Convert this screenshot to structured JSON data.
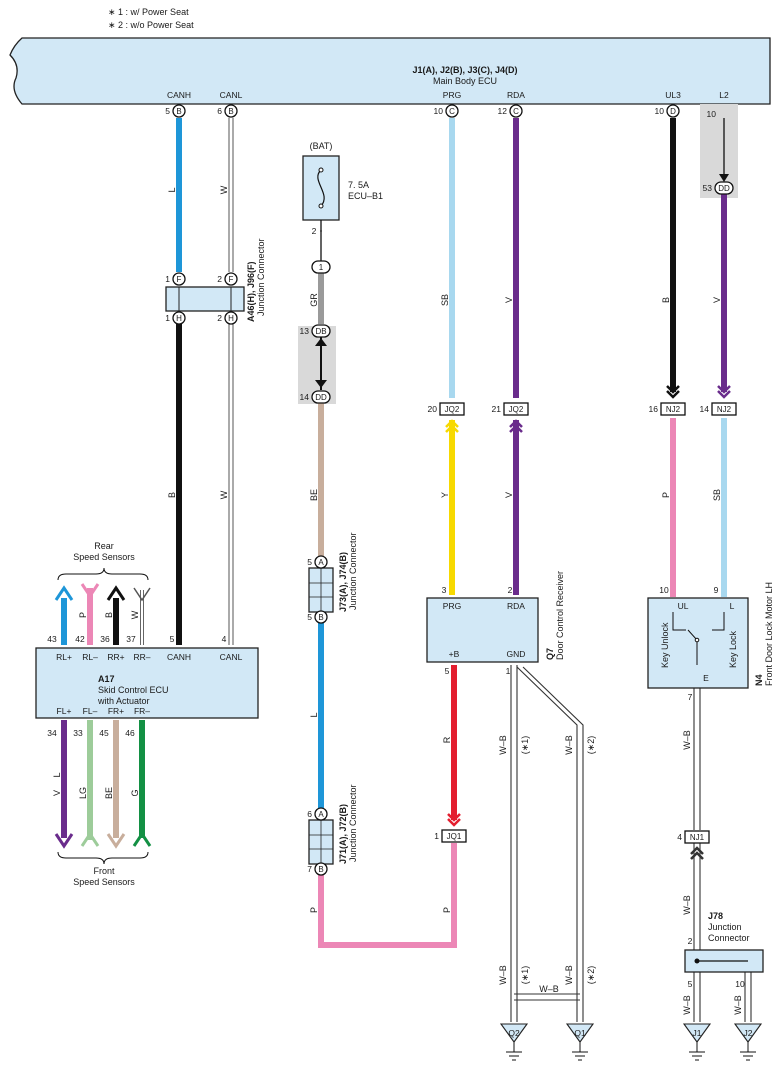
{
  "notes": [
    "∗ 1 : w/ Power Seat",
    "∗ 2 : w/o Power Seat"
  ],
  "colors": {
    "L": "#1e96d8",
    "W": "#ffffff",
    "B": "#111111",
    "GR": "#9a9a9a",
    "BE": "#c8ae9c",
    "SB": "#a8d8ef",
    "Y": "#f7d900",
    "V": "#6a2c8c",
    "P": "#ec87b6",
    "R": "#e31e2f",
    "LG": "#9dcc9a",
    "G": "#139044",
    "box": "#d2e8f6",
    "shade": "#d9d9d9"
  },
  "ecu": {
    "title": "J1(A), J2(B), J3(C), J4(D)",
    "subtitle": "Main Body ECU",
    "pins": [
      {
        "name": "CANH",
        "num": "5",
        "conn": "B"
      },
      {
        "name": "CANL",
        "num": "6",
        "conn": "B"
      },
      {
        "name": "PRG",
        "num": "10",
        "conn": "C"
      },
      {
        "name": "RDA",
        "num": "12",
        "conn": "C"
      },
      {
        "name": "UL3",
        "num": "10",
        "conn": "D"
      },
      {
        "name": "L2",
        "num": "10",
        "conn": ""
      }
    ]
  },
  "fuse": {
    "source": "(BAT)",
    "rating": "7. 5A",
    "name": "ECU–B1",
    "pin": "2"
  },
  "connectors": {
    "a46": {
      "title": "A46(H), J96(F)",
      "subtitle": "Junction Connector",
      "top_pins": [
        {
          "num": "1",
          "conn": "F"
        },
        {
          "num": "2",
          "conn": "F"
        }
      ],
      "bottom_pins": [
        {
          "num": "1",
          "conn": "H"
        },
        {
          "num": "2",
          "conn": "H"
        }
      ]
    },
    "j73": {
      "title": "J73(A), J74(B)",
      "subtitle": "Junction Connector",
      "top": {
        "num": "5",
        "conn": "A"
      },
      "bottom": {
        "num": "5",
        "conn": "B"
      }
    },
    "j71": {
      "title": "J71(A), J72(B)",
      "subtitle": "Junction Connector",
      "top": {
        "num": "6",
        "conn": "A"
      },
      "bottom": {
        "num": "7",
        "conn": "B"
      }
    },
    "j78": {
      "title": "J78",
      "subtitle1": "Junction",
      "subtitle2": "Connector",
      "top_pin": "2",
      "bottom_pins": [
        "5",
        "10"
      ]
    }
  },
  "inline": {
    "fuse_out": {
      "num": "",
      "conn": "1"
    },
    "db": {
      "num": "13",
      "conn": "DB"
    },
    "dd1": {
      "num": "14",
      "conn": "DD"
    },
    "dd2": {
      "num": "53",
      "conn": "DD"
    },
    "jq2a": {
      "num": "20",
      "conn": "JQ2"
    },
    "jq2b": {
      "num": "21",
      "conn": "JQ2"
    },
    "nj2a": {
      "num": "16",
      "conn": "NJ2"
    },
    "nj2b": {
      "num": "14",
      "conn": "NJ2"
    },
    "jq1": {
      "num": "1",
      "conn": "JQ1"
    },
    "nj1": {
      "num": "4",
      "conn": "NJ1"
    }
  },
  "wires": {
    "canh": "L",
    "canl": "W",
    "canh2": "B",
    "canl2": "W",
    "gr": "GR",
    "be": "BE",
    "l": "L",
    "p": "P",
    "sb": "SB",
    "y": "Y",
    "v1": "V",
    "v2": "V",
    "r": "R",
    "p2": "P",
    "b": "B",
    "v3": "V",
    "p3": "P",
    "sb2": "SB",
    "wb": "W–B",
    "s1": "(∗1)",
    "s2": "(∗2)"
  },
  "skid": {
    "id": "A17",
    "name1": "Skid Control ECU",
    "name2": "with Actuator",
    "rear_label1": "Rear",
    "rear_label2": "Speed Sensors",
    "front_label1": "Front",
    "front_label2": "Speed Sensors",
    "rear_pins": [
      {
        "name": "RL+",
        "num": "43",
        "wire": "L"
      },
      {
        "name": "RL–",
        "num": "42",
        "wire": "P"
      },
      {
        "name": "RR+",
        "num": "36",
        "wire": "B"
      },
      {
        "name": "RR–",
        "num": "37",
        "wire": "W"
      }
    ],
    "front_pins": [
      {
        "name": "FL+",
        "num": "34",
        "wire": "V"
      },
      {
        "name": "FL–",
        "num": "33",
        "wire": "LG"
      },
      {
        "name": "FR+",
        "num": "45",
        "wire": "BE"
      },
      {
        "name": "FR–",
        "num": "46",
        "wire": "G"
      }
    ],
    "can_pins": [
      {
        "name": "CANH",
        "num": "5"
      },
      {
        "name": "CANL",
        "num": "4"
      }
    ]
  },
  "receiver": {
    "id": "Q7",
    "name": "Door Control Receiver",
    "pins": [
      {
        "name": "PRG",
        "num": "3"
      },
      {
        "name": "RDA",
        "num": "2"
      },
      {
        "name": "+B",
        "num": "5"
      },
      {
        "name": "GND",
        "num": "1"
      }
    ]
  },
  "motor": {
    "id": "N4",
    "name": "Front Door Lock Motor LH",
    "pins": [
      {
        "name": "UL",
        "num": "10"
      },
      {
        "name": "L",
        "num": "9"
      },
      {
        "name": "E",
        "num": "7"
      }
    ],
    "switch_left": "Key Unlock",
    "switch_right": "Key Lock"
  },
  "grounds": [
    "Q2",
    "Q1",
    "J1",
    "J2"
  ]
}
